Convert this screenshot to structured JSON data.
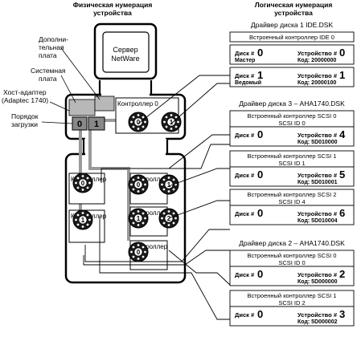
{
  "headers": {
    "physical": [
      "Физическая нумерация",
      "устройства"
    ],
    "logical": [
      "Логическая нумерация",
      "устройства"
    ]
  },
  "server": {
    "label_line1": "Сервер",
    "label_line2": "NetWare"
  },
  "callouts": {
    "additional_board": [
      "Дополни-",
      "тельная",
      "плата"
    ],
    "system_board": [
      "Системная",
      "плата"
    ],
    "host_adapter": [
      "Хост-адаптер",
      "(Adaptec 1740)"
    ],
    "boot_order": [
      "Порядок",
      "загрузки"
    ]
  },
  "boot_slots": [
    "0",
    "1"
  ],
  "controllers": {
    "ide": "Контроллер 0",
    "scsi_a": [
      "Контроллер",
      "0"
    ],
    "scsi_b": [
      "Контроллер",
      "1"
    ],
    "scsi_c": [
      "Контроллер",
      "0"
    ],
    "scsi_d": [
      "Контроллер",
      "1"
    ],
    "scsi_e": [
      "Контроллер",
      "2"
    ]
  },
  "disk_labels": [
    "0",
    "1",
    "0",
    "1",
    "0",
    "1",
    "0",
    "1",
    "2"
  ],
  "drivers": [
    {
      "title": "Драйвер диска 1  IDE.DSK",
      "groups": [
        {
          "header": [
            "Встроенный контроллер IDE 0"
          ],
          "entries": [
            {
              "disk": "Диск #",
              "disk_num": "0",
              "dev": "Устройство #",
              "dev_num": "0",
              "left2": "Мастер",
              "code": "Код: 20000000"
            },
            {
              "disk": "Диск #",
              "disk_num": "1",
              "dev": "Устройство #",
              "dev_num": "1",
              "left2": "Ведомый",
              "code": "Код: 20000100"
            }
          ]
        }
      ]
    },
    {
      "title": "Драйвер диска 3 – AHA1740.DSK",
      "groups": [
        {
          "header": [
            "Встроенный контроллер SCSI 0",
            "SCSI ID 0"
          ],
          "entries": [
            {
              "disk": "Диск #",
              "disk_num": "0",
              "dev": "Устройство #",
              "dev_num": "4",
              "left2": "",
              "code": "Код: 5D010000"
            }
          ]
        },
        {
          "header": [
            "Встроенный контроллер SCSI 1",
            "SCSI ID 1"
          ],
          "entries": [
            {
              "disk": "Диск #",
              "disk_num": "0",
              "dev": "Устройство #",
              "dev_num": "5",
              "left2": "",
              "code": "Код: 5D010001"
            }
          ]
        },
        {
          "header": [
            "Встроенный контроллер SCSI 2",
            "SCSI ID 4"
          ],
          "entries": [
            {
              "disk": "Диск #",
              "disk_num": "0",
              "dev": "Устройство #",
              "dev_num": "6",
              "left2": "",
              "code": "Код: 5D010004"
            }
          ]
        }
      ]
    },
    {
      "title": "Драйвер диска  2 – AHA1740.DSK",
      "groups": [
        {
          "header": [
            "Встроенный контроллер SCSI 0",
            "SCSI ID 0"
          ],
          "entries": [
            {
              "disk": "Диск #",
              "disk_num": "0",
              "dev": "Устройство #",
              "dev_num": "2",
              "left2": "",
              "code": "Код: 5D000000"
            }
          ]
        },
        {
          "header": [
            "Встроенный контроллер SCSI 1",
            "SCSI ID 2"
          ],
          "entries": [
            {
              "disk": "Диск #",
              "disk_num": "0",
              "dev": "Устройство #",
              "dev_num": "3",
              "left2": "",
              "code": "Код: 5D000002"
            }
          ]
        }
      ]
    }
  ]
}
